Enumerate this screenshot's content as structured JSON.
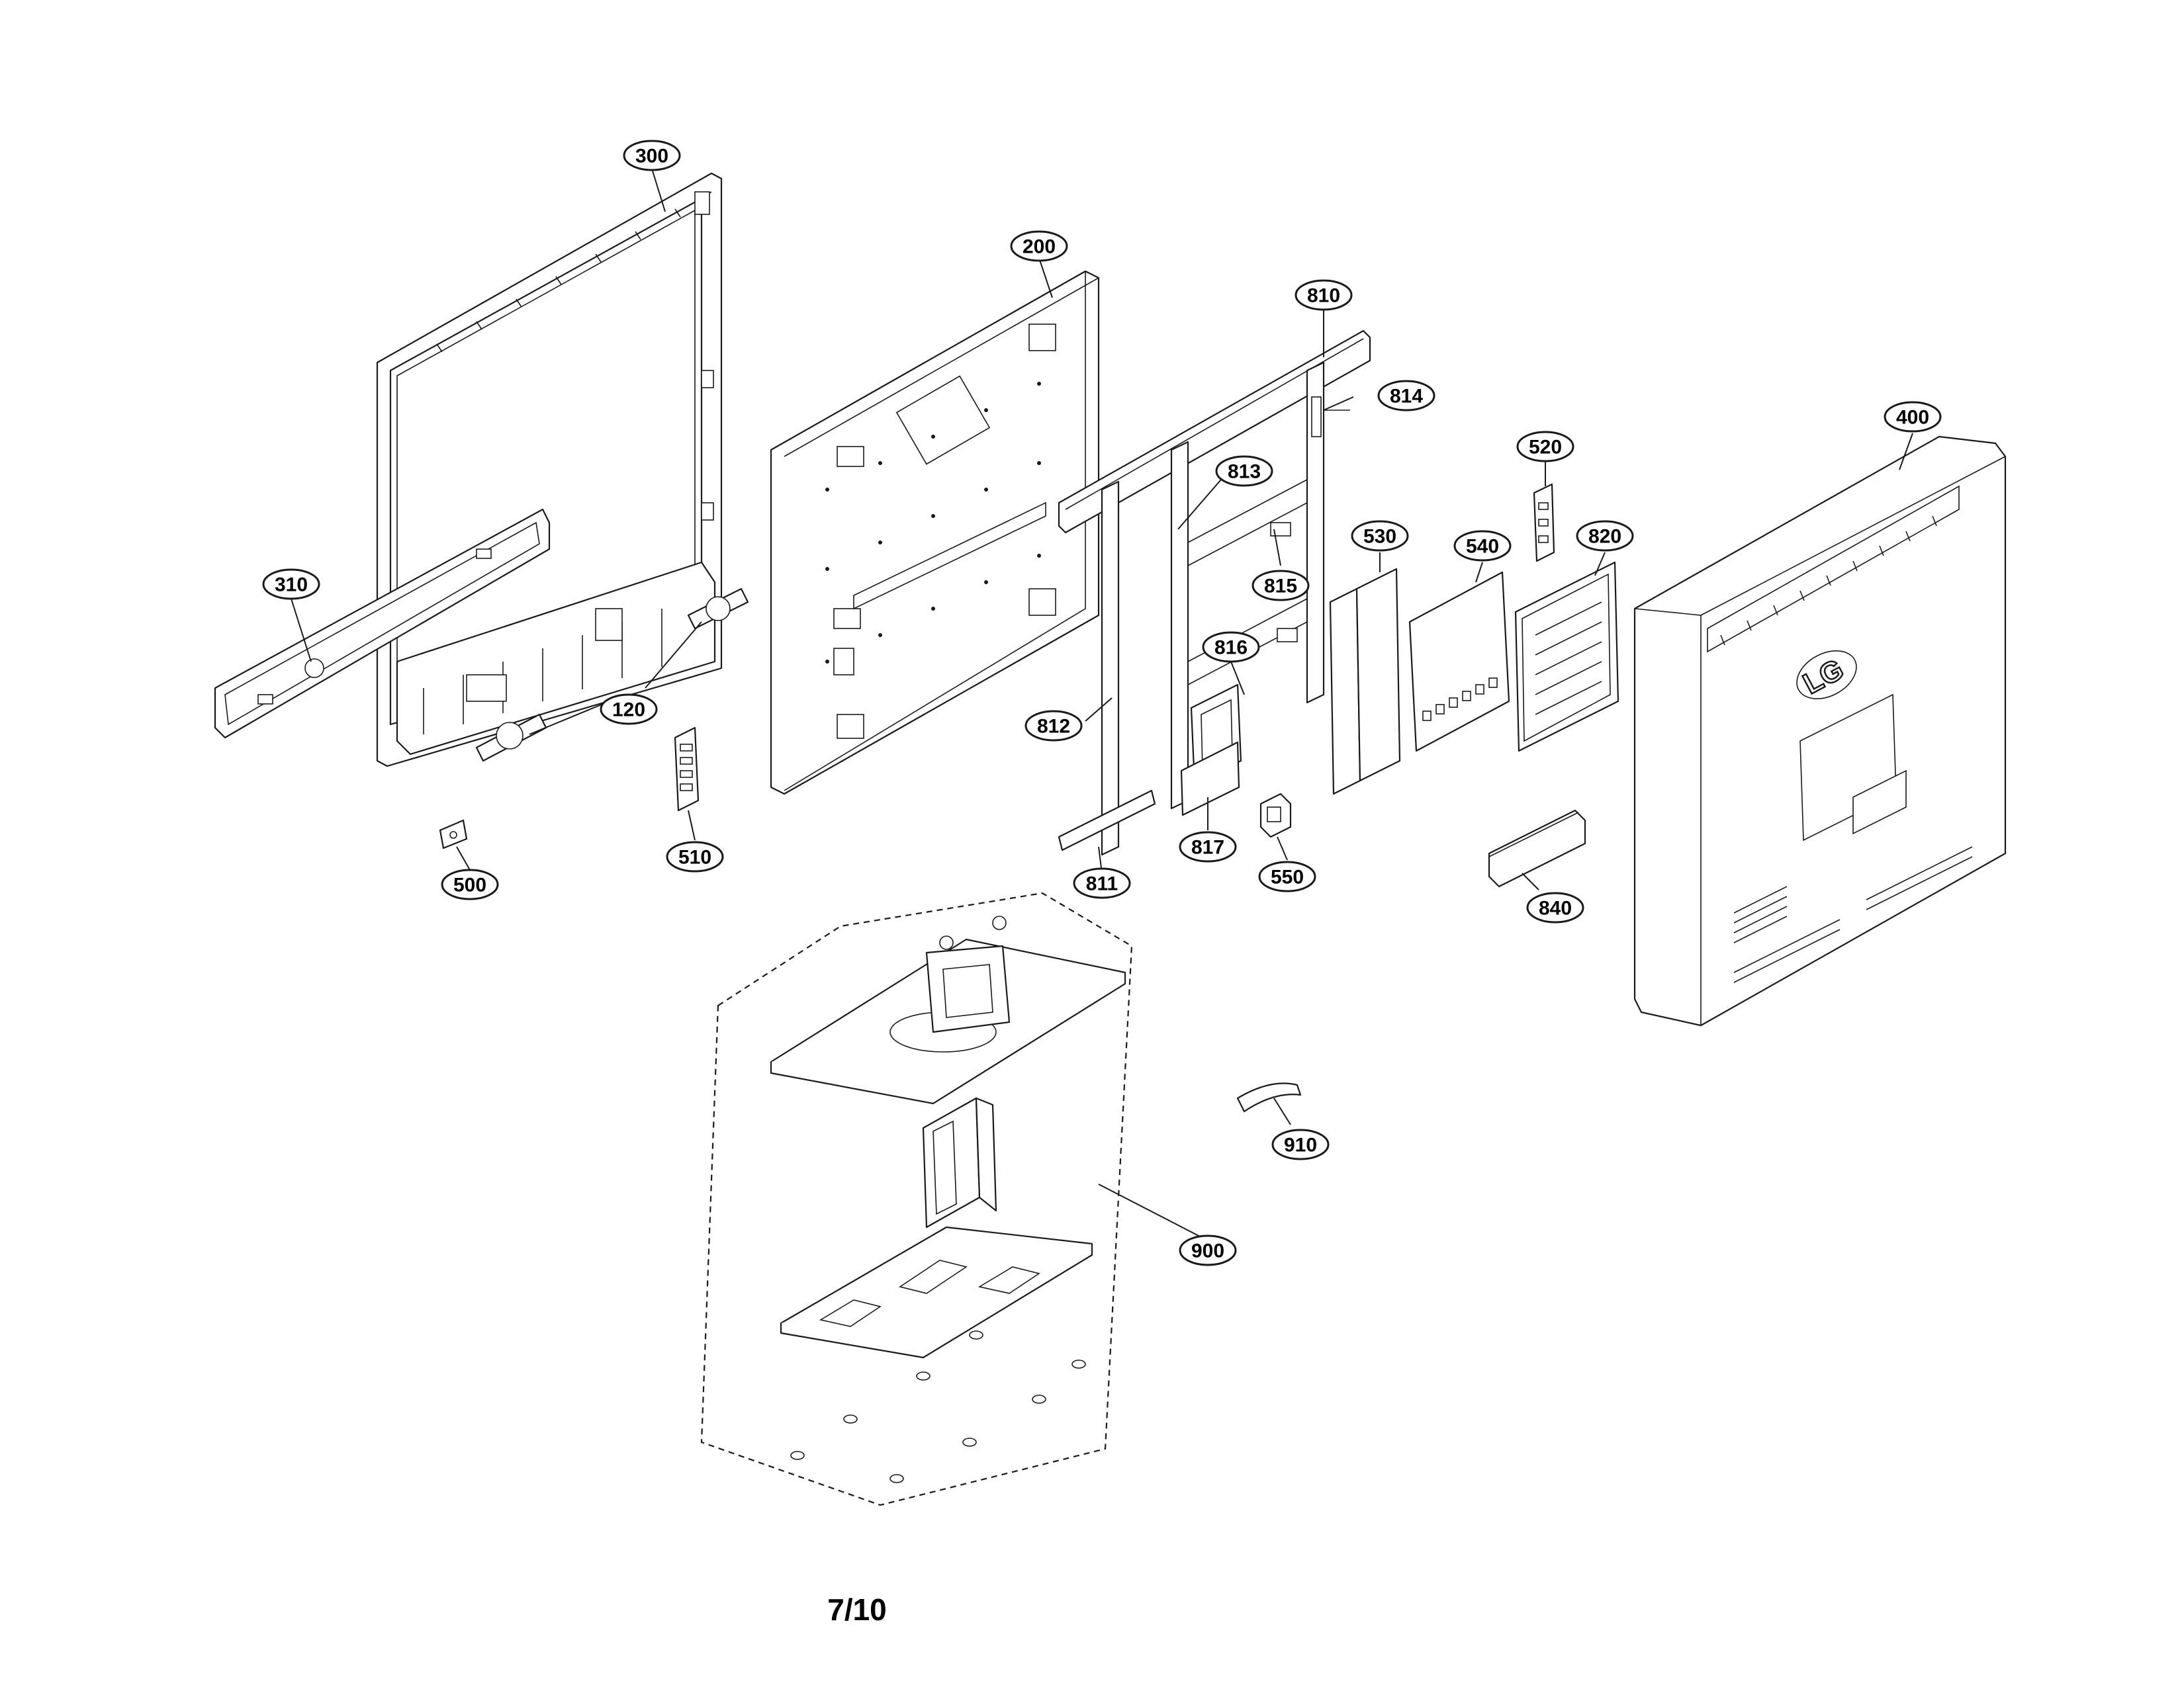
{
  "document": {
    "page_number": "7/10",
    "logo_text": "LG"
  },
  "callouts": [
    {
      "id": "300",
      "label": "300"
    },
    {
      "id": "200",
      "label": "200"
    },
    {
      "id": "810",
      "label": "810"
    },
    {
      "id": "814",
      "label": "814"
    },
    {
      "id": "813",
      "label": "813"
    },
    {
      "id": "520",
      "label": "520"
    },
    {
      "id": "400",
      "label": "400"
    },
    {
      "id": "310",
      "label": "310"
    },
    {
      "id": "530",
      "label": "530"
    },
    {
      "id": "540",
      "label": "540"
    },
    {
      "id": "820",
      "label": "820"
    },
    {
      "id": "815",
      "label": "815"
    },
    {
      "id": "816",
      "label": "816"
    },
    {
      "id": "120",
      "label": "120"
    },
    {
      "id": "812",
      "label": "812"
    },
    {
      "id": "817",
      "label": "817"
    },
    {
      "id": "811",
      "label": "811"
    },
    {
      "id": "550",
      "label": "550"
    },
    {
      "id": "510",
      "label": "510"
    },
    {
      "id": "500",
      "label": "500"
    },
    {
      "id": "840",
      "label": "840"
    },
    {
      "id": "910",
      "label": "910"
    },
    {
      "id": "900",
      "label": "900"
    }
  ]
}
